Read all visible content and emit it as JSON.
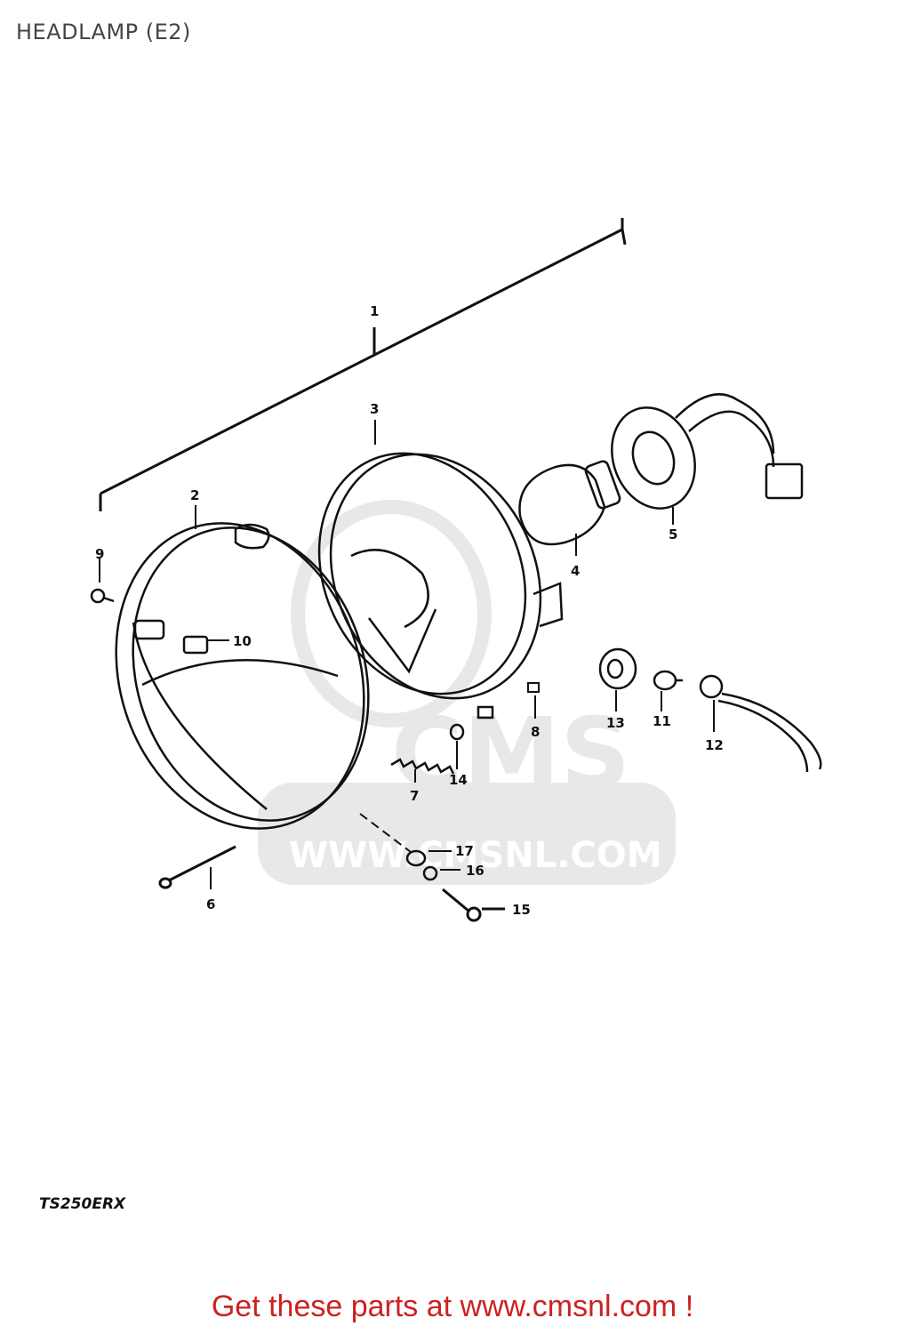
{
  "header": {
    "title": "HEADLAMP (E2)"
  },
  "watermark": {
    "brand": "CMS",
    "url": "WWW.CMSNL.COM"
  },
  "callouts": {
    "c1": "1",
    "c2": "2",
    "c3": "3",
    "c4": "4",
    "c5": "5",
    "c6": "6",
    "c7": "7",
    "c8": "8",
    "c9": "9",
    "c10": "10",
    "c11": "11",
    "c12": "12",
    "c13": "13",
    "c14": "14",
    "c15": "15",
    "c16": "16",
    "c17": "17"
  },
  "footer": {
    "model": "TS250ERX",
    "promo": "Get these parts at www.cmsnl.com !"
  },
  "colors": {
    "ink": "#111111",
    "promo": "#cc2222",
    "watermark": "#d6d6d6",
    "title": "#444444"
  }
}
